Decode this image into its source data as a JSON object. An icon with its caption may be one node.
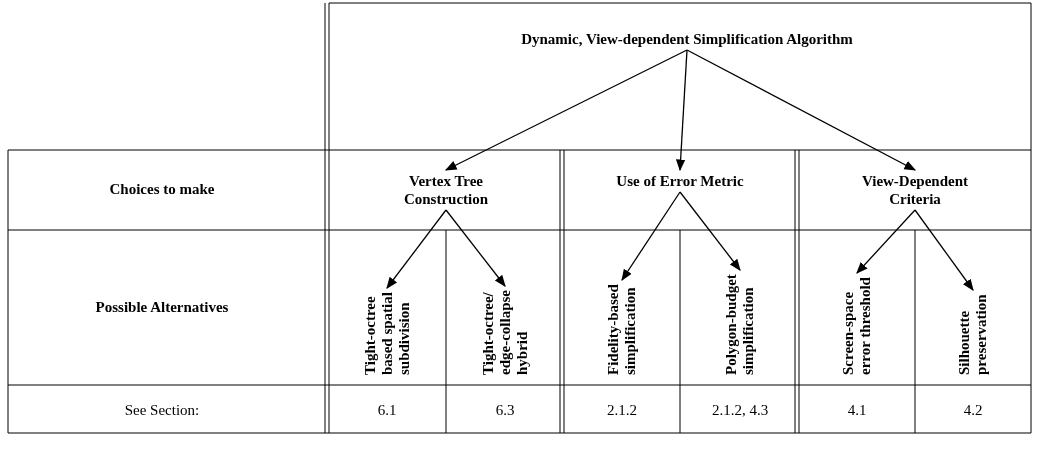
{
  "diagram": {
    "nodes": [
      {
        "text": [
          "Dynamic, View-dependent Simplification Algorithm"
        ]
      },
      {
        "text": [
          "Vertex Tree Construction"
        ]
      },
      {
        "text": [
          "Use of Error Metric"
        ]
      },
      {
        "text": [
          "View-Dependent Criteria"
        ]
      },
      {
        "text": [
          "Tight-octree based spatial subdivision"
        ]
      },
      {
        "text": [
          "Tight-octree/ edge-collapse hybrid"
        ]
      },
      {
        "text": [
          "Fidelity-based simplification"
        ]
      },
      {
        "text": [
          "Polygon-budget simplification"
        ]
      },
      {
        "text": [
          "Screen-space error threshold"
        ]
      },
      {
        "text": [
          "Silhouette preservation"
        ]
      }
    ],
    "edges": [
      {
        "from": 0,
        "to": 1,
        "arrow": "to"
      },
      {
        "from": 0,
        "to": 2,
        "arrow": "to"
      },
      {
        "from": 0,
        "to": 3,
        "arrow": "to"
      },
      {
        "from": 1,
        "to": 4,
        "arrow": "to"
      },
      {
        "from": 1,
        "to": 5,
        "arrow": "to"
      },
      {
        "from": 2,
        "to": 6,
        "arrow": "to"
      },
      {
        "from": 2,
        "to": 7,
        "arrow": "to"
      },
      {
        "from": 3,
        "to": 8,
        "arrow": "to"
      },
      {
        "from": 3,
        "to": 9,
        "arrow": "to"
      }
    ],
    "labels": [
      "Choices to make",
      "Possible Alternatives",
      "See Section:",
      "6.1",
      "6.3",
      "2.1.2",
      "2.1.2, 4.3",
      "4.1",
      "4.2"
    ]
  }
}
